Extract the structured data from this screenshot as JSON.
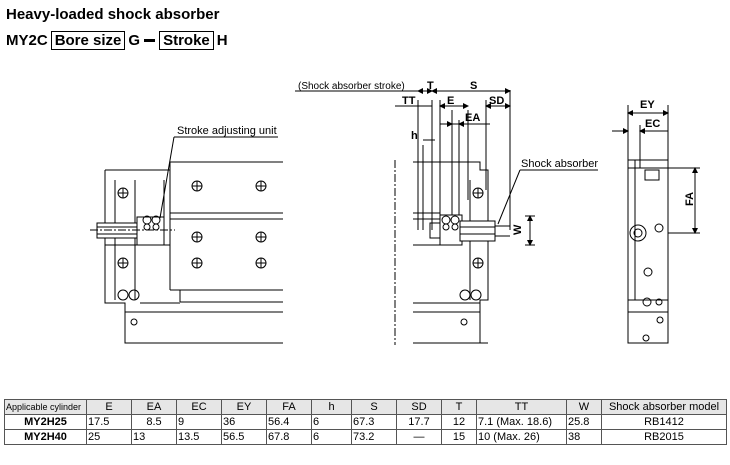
{
  "title": "Heavy-loaded shock absorber",
  "model_code": {
    "prefix": "MY2C",
    "bore_box": "Bore size",
    "middle": "G",
    "stroke_box": "Stroke",
    "suffix": "H"
  },
  "drawing_labels": {
    "stroke_adjusting_unit": "Stroke adjusting unit",
    "shock_absorber_stroke": "(Shock absorber stroke)",
    "shock_absorber": "Shock absorber",
    "T": "T",
    "S": "S",
    "TT": "TT",
    "E": "E",
    "SD": "SD",
    "EA": "EA",
    "h": "h",
    "W": "W",
    "EY": "EY",
    "EC": "EC",
    "FA": "FA"
  },
  "table": {
    "headers": [
      "Applicable cylinder",
      "E",
      "EA",
      "EC",
      "EY",
      "FA",
      "h",
      "S",
      "SD",
      "T",
      "TT",
      "W",
      "Shock absorber model"
    ],
    "rows": [
      [
        "MY2H25",
        "17.5",
        "8.5",
        "9",
        "36",
        "56.4",
        "6",
        "67.3",
        "17.7",
        "12",
        "7.1 (Max. 18.6)",
        "25.8",
        "RB1412"
      ],
      [
        "MY2H40",
        "25",
        "13",
        "13.5",
        "56.5",
        "67.8",
        "6",
        "73.2",
        "—",
        "15",
        "10  (Max. 26)",
        "38",
        "RB2015"
      ]
    ]
  }
}
